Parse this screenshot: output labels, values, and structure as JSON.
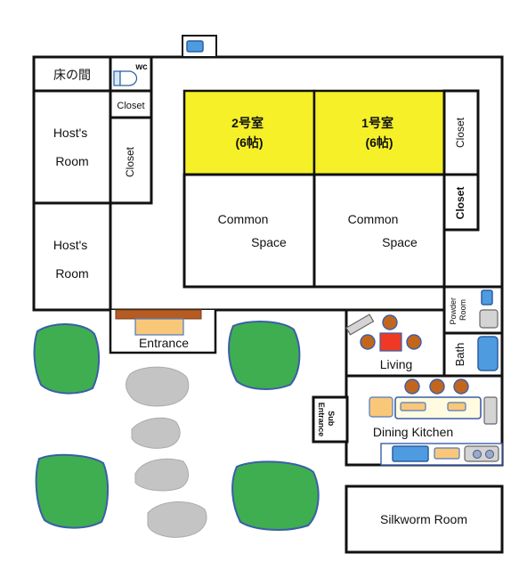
{
  "rooms": {
    "tokonoma": "床の間",
    "wc": "wc",
    "closet_small": "Closet",
    "host_room_1": [
      "Host's",
      "Room"
    ],
    "closet_vertical": "Closet",
    "host_room_2": [
      "Host's",
      "Room"
    ],
    "room2": [
      "2号室",
      "(6帖)"
    ],
    "room1": [
      "1号室",
      "(6帖)"
    ],
    "closet_right_1": "Closet",
    "closet_right_2": "Closet",
    "common_space_1": [
      "Common",
      "Space"
    ],
    "common_space_2": [
      "Common",
      "Space"
    ],
    "entrance": "Entrance",
    "powder_room": [
      "Powder",
      "Room"
    ],
    "living": "Living",
    "bath": "Bath",
    "sub_entrance": [
      "Sub",
      "Entrance"
    ],
    "dining_kitchen": "Dining Kitchen",
    "silkworm_room": "Silkworm Room"
  },
  "colors": {
    "guest_room": "#f5f028",
    "garden_tree": "#3fae50",
    "stone": "#c4c4c4",
    "fixture_blue": "#4f9be0",
    "wood": "#b55c24"
  }
}
